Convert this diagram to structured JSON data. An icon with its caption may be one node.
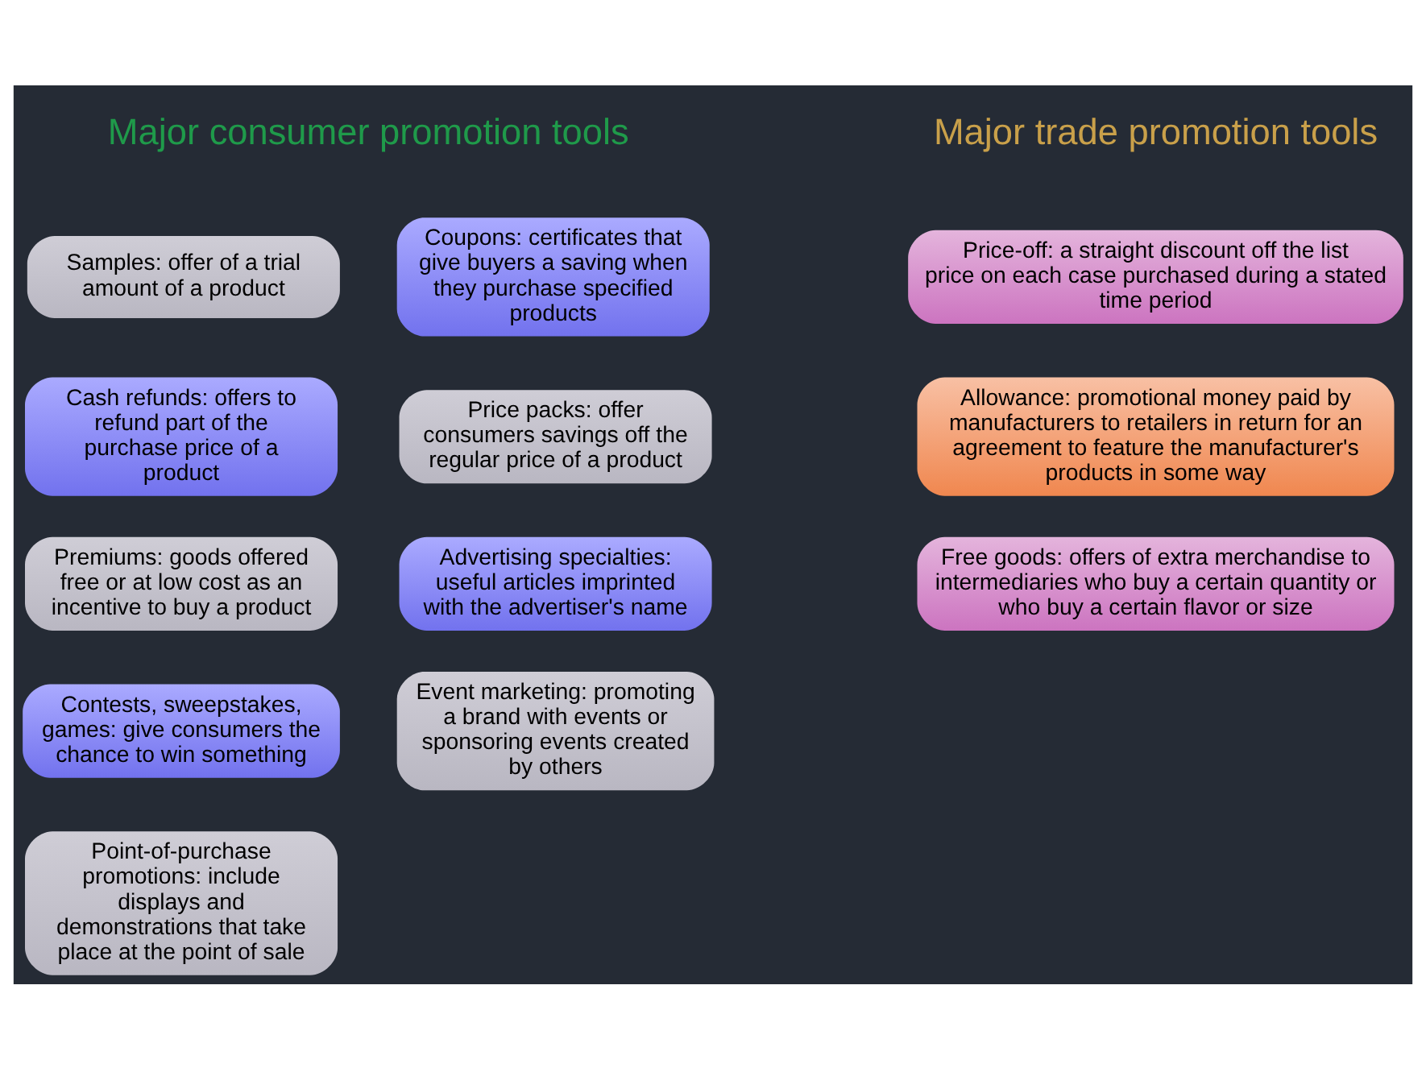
{
  "diagram": {
    "nodes": [
      {
        "text": [
          "Samples: offer of a trial amount of a product"
        ]
      },
      {
        "text": [
          "Coupons: certificates that give buyers a saving when they purchase specified products"
        ]
      },
      {
        "text": [
          "Cash refunds: offers to refund part of the purchase price of a product"
        ]
      },
      {
        "text": [
          "Price packs: offer consumers savings off the regular price of a product"
        ]
      },
      {
        "text": [
          "Premiums: goods offered free or at low cost as an incentive to buy a product"
        ]
      },
      {
        "text": [
          "Advertising specialties: useful articles imprinted with the advertiser's name"
        ]
      },
      {
        "text": [
          "Contests, sweepstakes, games: give consumers the chance to win something"
        ]
      },
      {
        "text": [
          "Event marketing: promoting a brand with events or sponsoring events created by others"
        ]
      },
      {
        "text": [
          "Point-of-purchase promotions: include displays and demonstrations that take place at the point of sale"
        ]
      },
      {
        "text": [
          "Price-off: a straight discount off the list price on each case purchased during a stated time period"
        ]
      },
      {
        "text": [
          "Allowance: promotional money paid by manufacturers to retailers in return for an agreement to feature the manufacturer's products in some way"
        ]
      },
      {
        "text": [
          "Free goods: offers of extra merchandise to intermediaries who buy a certain quantity or who buy a certain flavor or size"
        ]
      }
    ],
    "labels": [
      "Major consumer promotion tools",
      "Major trade promotion tools"
    ]
  }
}
